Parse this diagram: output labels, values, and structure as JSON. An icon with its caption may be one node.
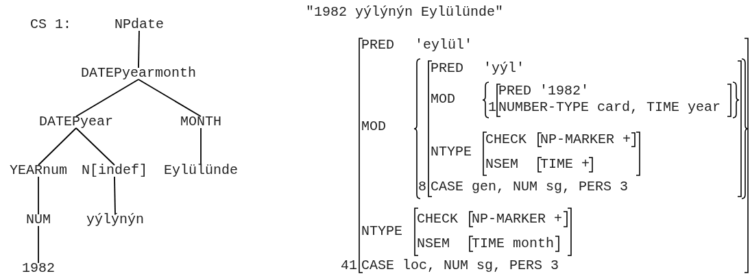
{
  "diagram": {
    "nodes": [
      {
        "text": [
          "NPdate"
        ]
      },
      {
        "text": [
          "DATEPyearmonth"
        ]
      },
      {
        "text": [
          "DATEPyear"
        ]
      },
      {
        "text": [
          "MONTH"
        ]
      },
      {
        "text": [
          "YEARnum"
        ]
      },
      {
        "text": [
          "N[indef]"
        ]
      },
      {
        "text": [
          "Eylülünde"
        ]
      },
      {
        "text": [
          "NUM"
        ]
      },
      {
        "text": [
          "yýlýnýn"
        ]
      },
      {
        "text": [
          "1982"
        ]
      }
    ],
    "edges": [
      {
        "from": 0,
        "to": 1,
        "arrow": "none"
      },
      {
        "from": 1,
        "to": 2,
        "arrow": "none"
      },
      {
        "from": 1,
        "to": 3,
        "arrow": "none"
      },
      {
        "from": 2,
        "to": 4,
        "arrow": "none"
      },
      {
        "from": 2,
        "to": 5,
        "arrow": "none"
      },
      {
        "from": 3,
        "to": 6,
        "arrow": "none"
      },
      {
        "from": 4,
        "to": 7,
        "arrow": "none"
      },
      {
        "from": 5,
        "to": 8,
        "arrow": "none"
      },
      {
        "from": 7,
        "to": 9,
        "arrow": "none"
      }
    ],
    "labels": [
      "CS 1:",
      "\"1982 yýlýnýn Eylülünde\"",
      "PRED",
      "'eylül'",
      "PRED",
      "'yýl'",
      "MOD",
      "PRED '1982'",
      "1",
      "NUMBER-TYPE card, TIME year",
      "MOD",
      "CHECK",
      "NP-MARKER +",
      "NTYPE",
      "NSEM",
      "TIME +",
      "8",
      "CASE gen, NUM sg, PERS 3",
      "CHECK",
      "NP-MARKER +",
      "NTYPE",
      "NSEM",
      "TIME month",
      "41",
      "CASE loc, NUM sg, PERS 3"
    ]
  }
}
